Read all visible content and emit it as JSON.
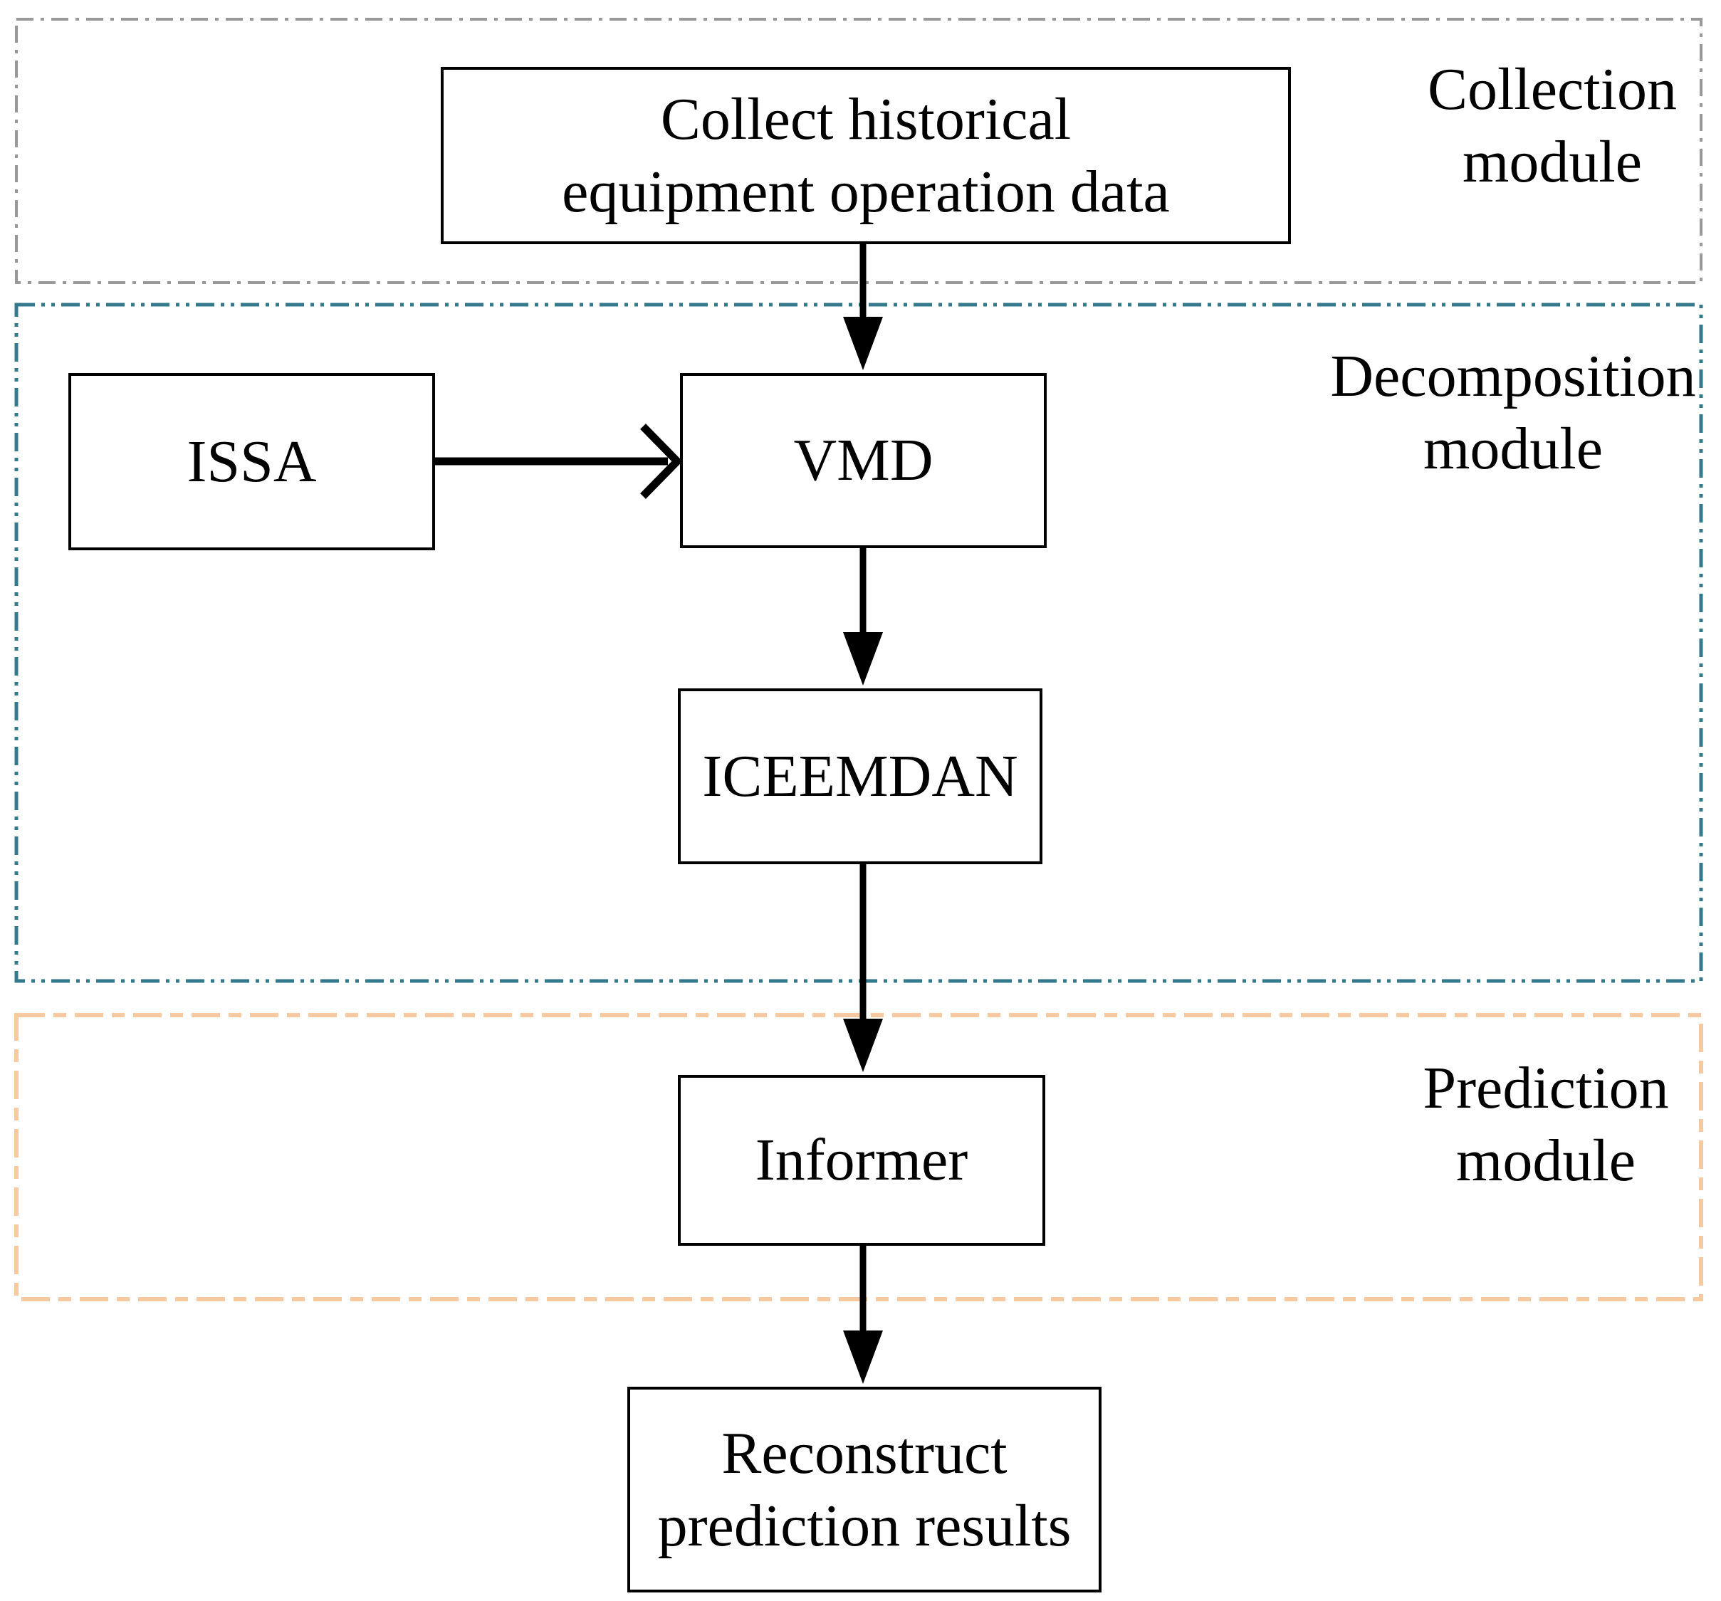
{
  "figure": {
    "background": "#FFFFFF",
    "arrow_color": "#000000",
    "node_border_color": "#000000",
    "modules": [
      {
        "name": "collection",
        "label": "Collection\nmodule",
        "border_color": "#999999"
      },
      {
        "name": "decomposition",
        "label": "Decomposition\nmodule",
        "border_color": "#34798C"
      },
      {
        "name": "prediction",
        "label": "Prediction\nmodule",
        "border_color": "#F6C9A1"
      }
    ],
    "nodes": [
      {
        "name": "collect-data",
        "label": "Collect historical\nequipment operation data"
      },
      {
        "name": "issa",
        "label": "ISSA"
      },
      {
        "name": "vmd",
        "label": "VMD"
      },
      {
        "name": "iceemdan",
        "label": "ICEEMDAN"
      },
      {
        "name": "informer",
        "label": "Informer"
      },
      {
        "name": "reconstruct",
        "label": "Reconstruct\nprediction results"
      }
    ]
  }
}
